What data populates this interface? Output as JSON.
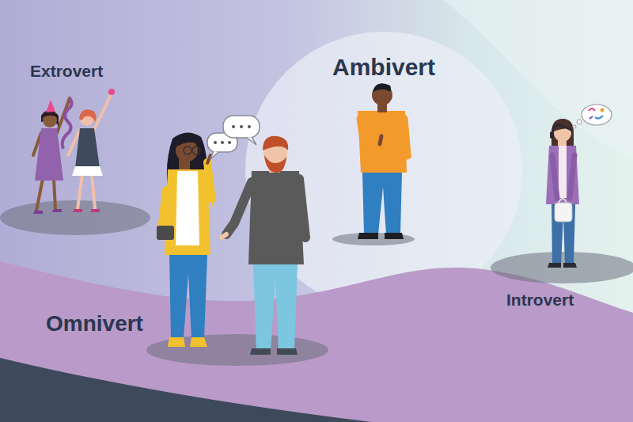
{
  "diagram": {
    "nodes": [
      {
        "text": [
          "Ambivert"
        ]
      },
      {
        "text": [
          "Omnivert"
        ]
      }
    ],
    "labels": [
      "Extrovert",
      "Introvert"
    ]
  }
}
